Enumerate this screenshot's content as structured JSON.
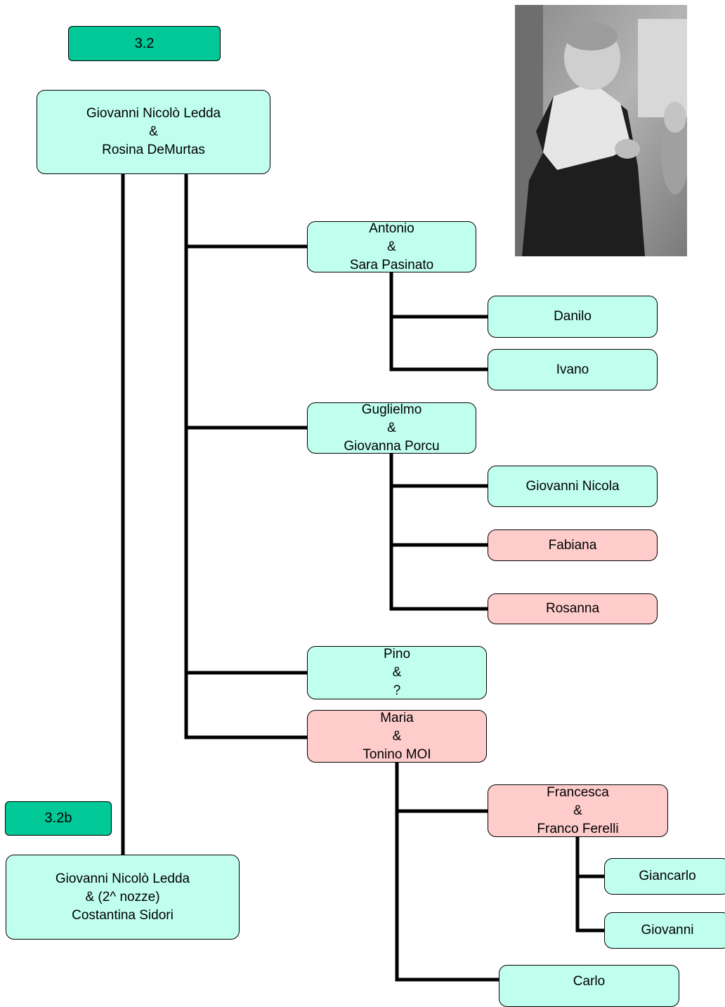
{
  "colors": {
    "tag": "#00c896",
    "male": "#c0ffee",
    "female": "#ffcccc",
    "line": "#000000"
  },
  "tags": {
    "main": "3.2",
    "second": "3.2b"
  },
  "nodes": {
    "root": {
      "lines": [
        "Giovanni Nicolò Ledda",
        "&",
        "Rosina DeMurtas"
      ]
    },
    "antonio": {
      "lines": [
        "Antonio",
        "&",
        "Sara Pasinato"
      ]
    },
    "danilo": {
      "lines": [
        "Danilo"
      ]
    },
    "ivano": {
      "lines": [
        "Ivano"
      ]
    },
    "guglielmo": {
      "lines": [
        "Guglielmo",
        "&",
        "Giovanna Porcu"
      ]
    },
    "giovanni_nicola": {
      "lines": [
        "Giovanni Nicola"
      ]
    },
    "fabiana": {
      "lines": [
        "Fabiana"
      ]
    },
    "rosanna": {
      "lines": [
        "Rosanna"
      ]
    },
    "pino": {
      "lines": [
        "Pino",
        "&",
        "?"
      ]
    },
    "maria": {
      "lines": [
        "Maria",
        "&",
        "Tonino MOI"
      ]
    },
    "francesca": {
      "lines": [
        "Francesca",
        "&",
        "Franco Ferelli"
      ]
    },
    "giancarlo": {
      "lines": [
        "Giancarlo"
      ]
    },
    "giovanni": {
      "lines": [
        "Giovanni"
      ]
    },
    "carlo": {
      "lines": [
        "Carlo"
      ]
    },
    "root2": {
      "lines": [
        "Giovanni Nicolò Ledda",
        "& (2^ nozze)",
        "Costantina Sidori"
      ]
    }
  }
}
